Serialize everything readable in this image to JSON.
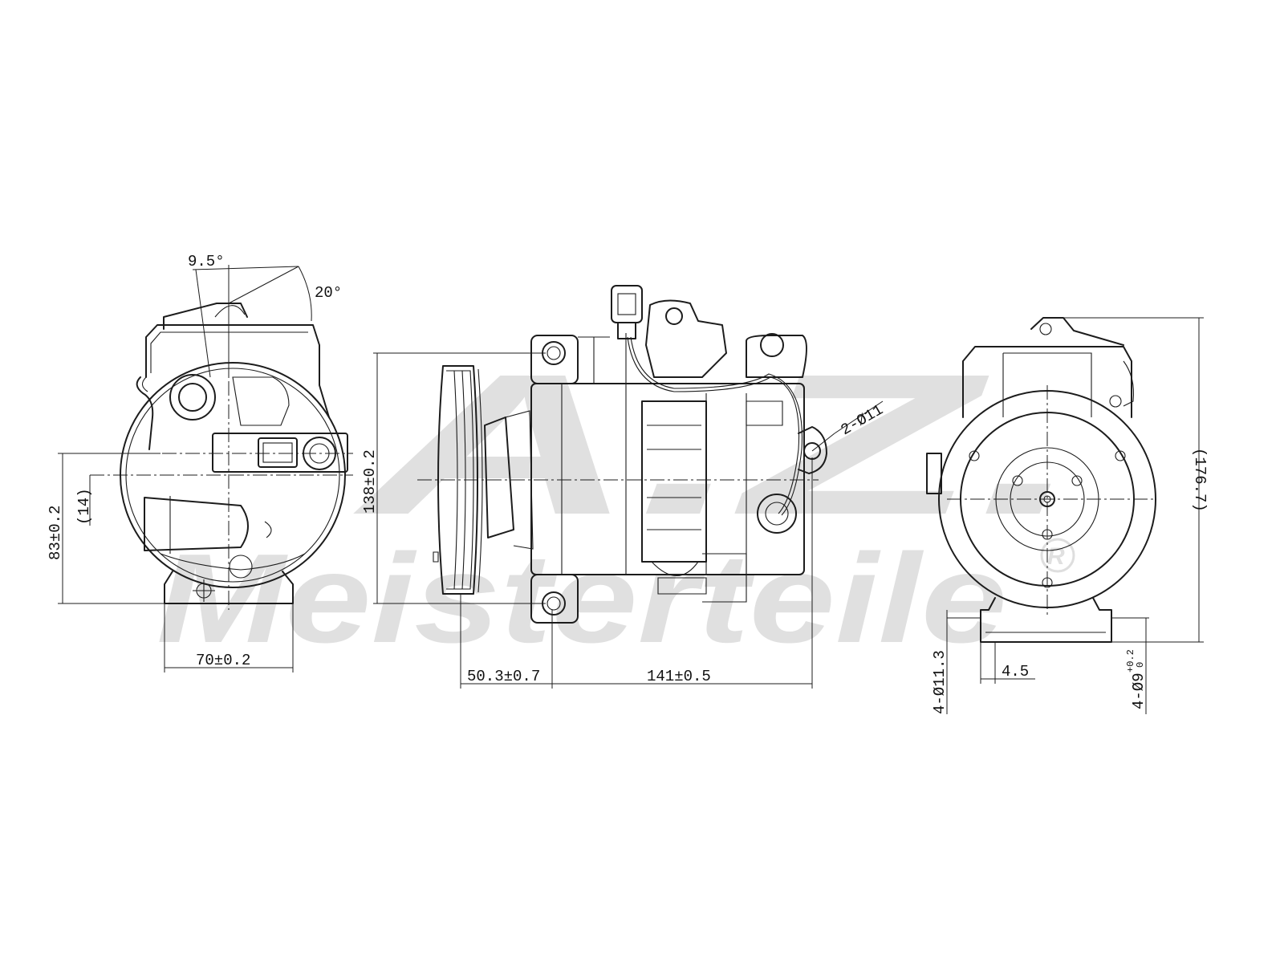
{
  "watermark": {
    "brand_script": "A.Z.",
    "brand_text": "Meisterteile",
    "registered_mark": "R"
  },
  "dimensions": {
    "left_view": {
      "angle_small": "9.5°",
      "angle_large": "20°",
      "height": "83±0.2",
      "offset": "(14)",
      "width": "70±0.2"
    },
    "middle_view": {
      "height": "138±0.2",
      "hole_callout": "2-Ø11",
      "pulley_offset": "50.3±0.7",
      "length": "141±0.5"
    },
    "right_view": {
      "overall_height": "(176.7)",
      "hole_large": "4-Ø11.3",
      "spacing": "4.5",
      "hole_small": "4-Ø9",
      "tol_upper": "+0.2",
      "tol_lower": "0"
    }
  }
}
